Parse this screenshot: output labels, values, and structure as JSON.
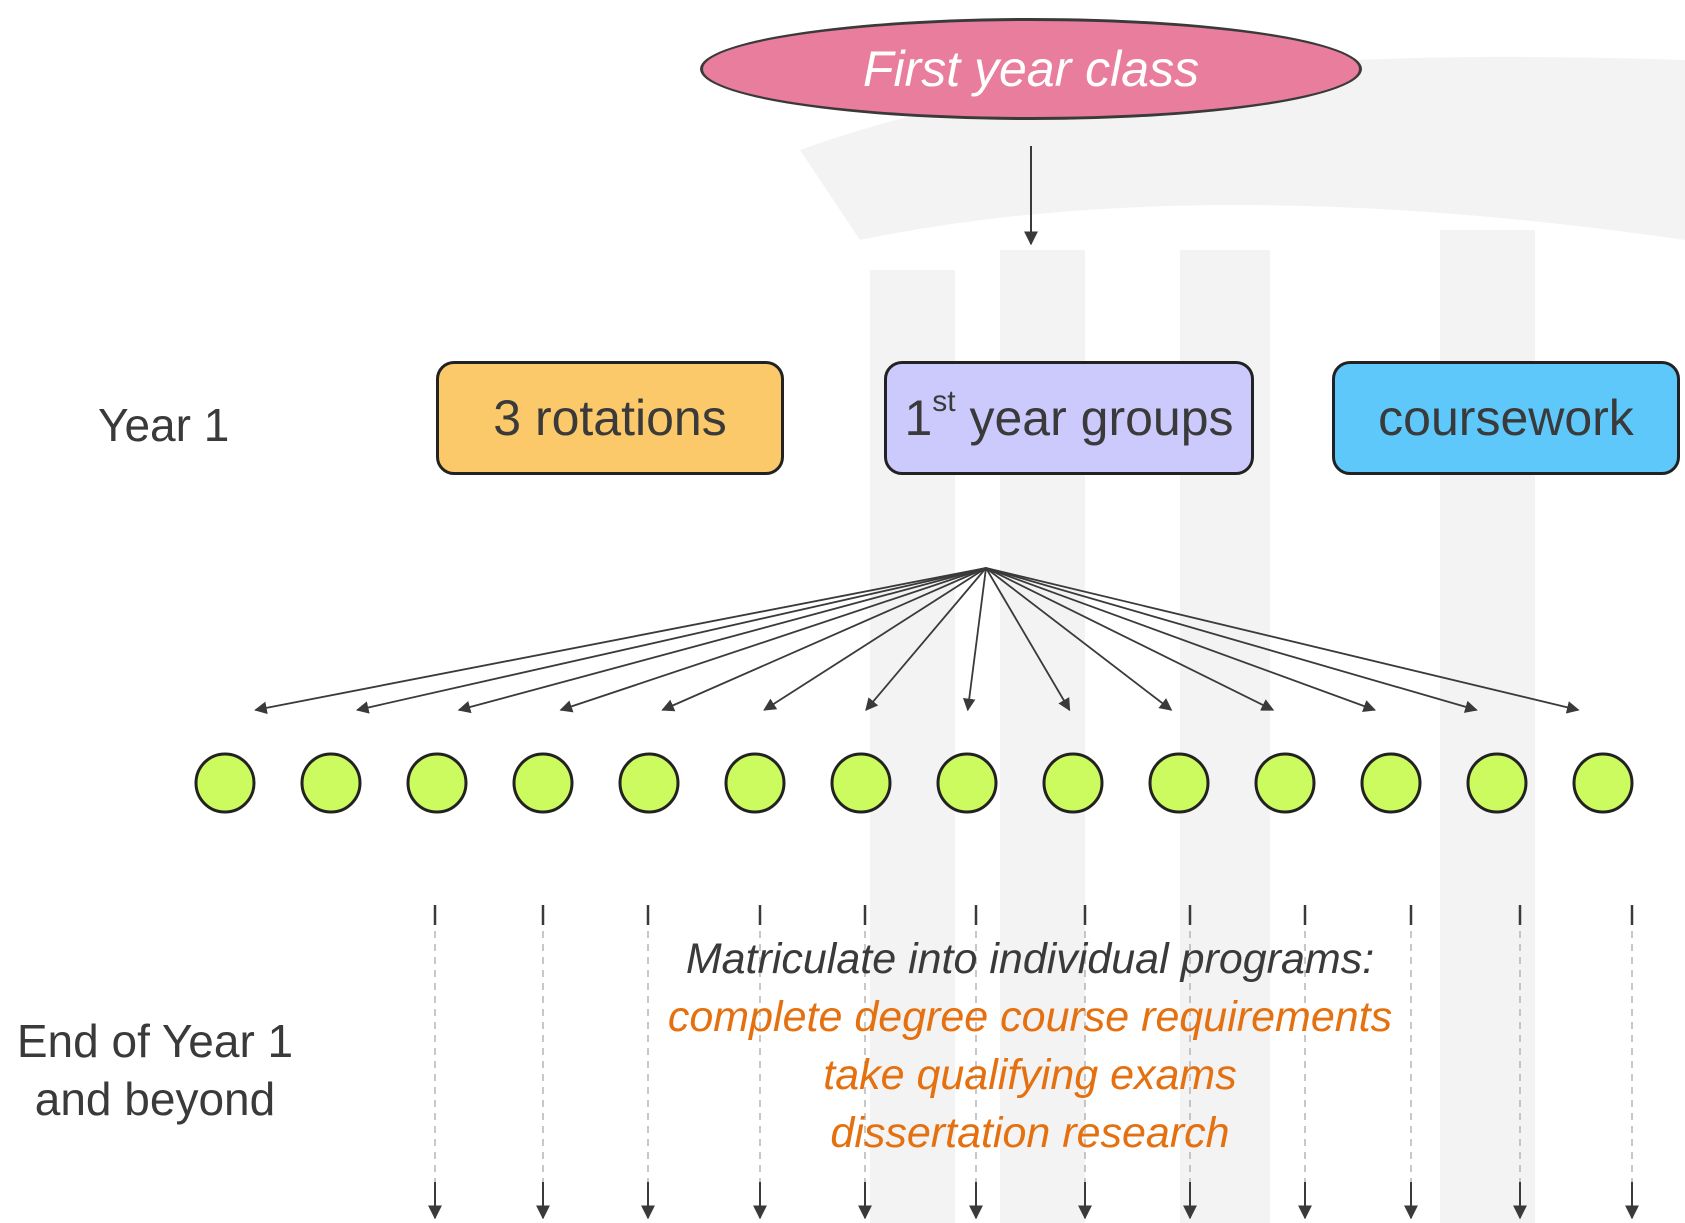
{
  "title": "First year class",
  "labels": {
    "year1": "Year 1",
    "end_line1": "End of Year 1",
    "end_line2": "and beyond"
  },
  "boxes": [
    {
      "label": "3 rotations",
      "color": "#fcc96a"
    },
    {
      "sup_prefix": "1",
      "sup": "st",
      "rest": " year groups",
      "color": "#cccafd"
    },
    {
      "label": "coursework",
      "color": "#5ec8fb"
    }
  ],
  "node_count": 14,
  "node_color": "#ccfb5f",
  "matriculate": {
    "heading": "Matriculate into individual programs:",
    "items": [
      "complete degree course requirements",
      "take qualifying exams",
      "dissertation research"
    ],
    "item_color": "#e5700f"
  }
}
